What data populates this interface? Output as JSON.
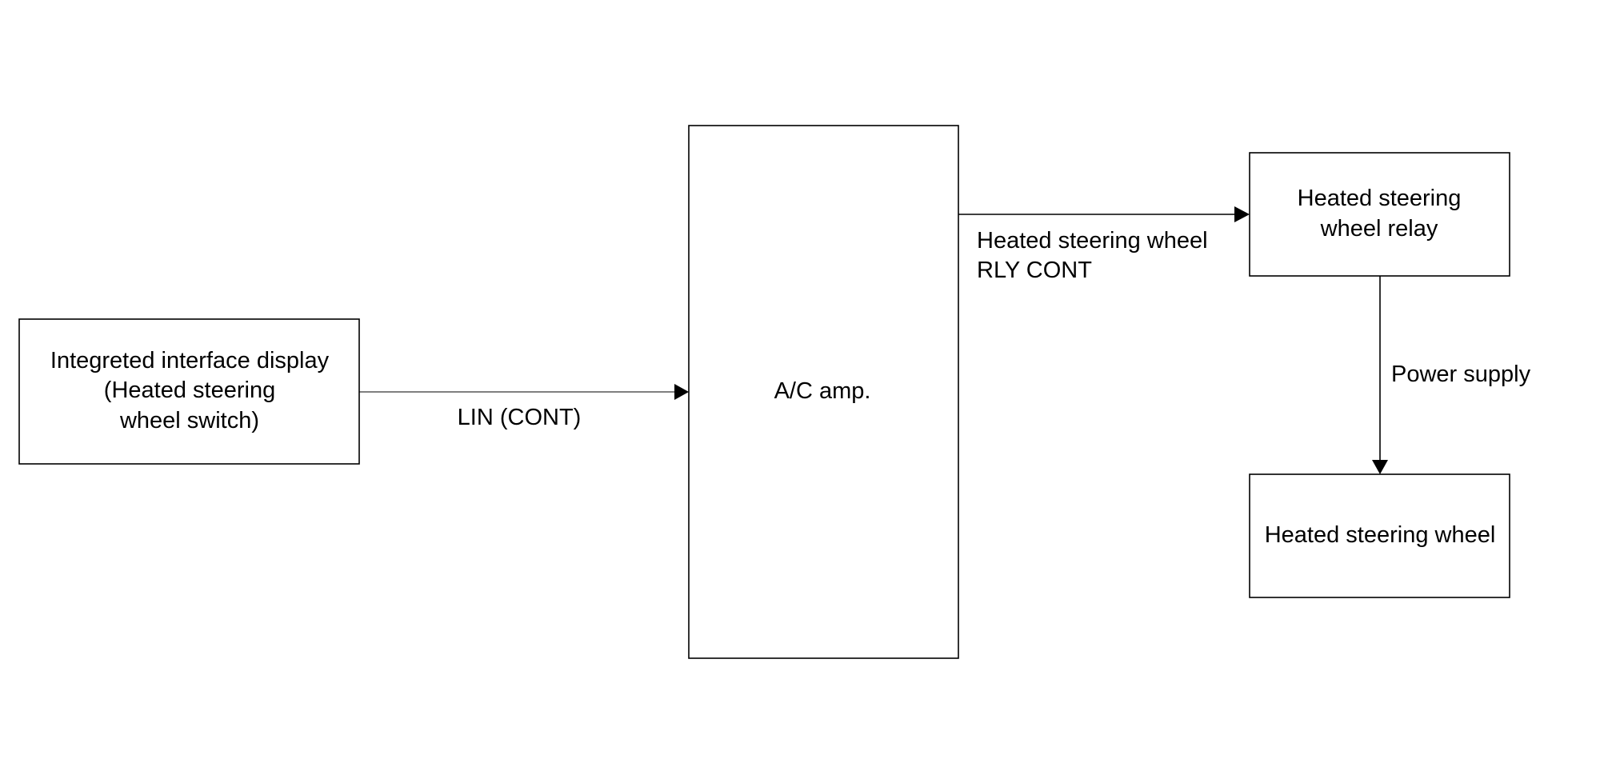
{
  "blocks": {
    "display": {
      "line1": "Integreted interface display",
      "line2": "(Heated steering",
      "line3": "wheel switch)"
    },
    "ac_amp": {
      "label": "A/C amp."
    },
    "relay": {
      "line1": "Heated steering",
      "line2": "wheel relay"
    },
    "wheel": {
      "label": "Heated steering wheel"
    }
  },
  "connections": {
    "lin": {
      "label": "LIN (CONT)"
    },
    "rly_cont": {
      "line1": "Heated steering wheel",
      "line2": "RLY CONT"
    },
    "power": {
      "label": "Power supply"
    }
  }
}
